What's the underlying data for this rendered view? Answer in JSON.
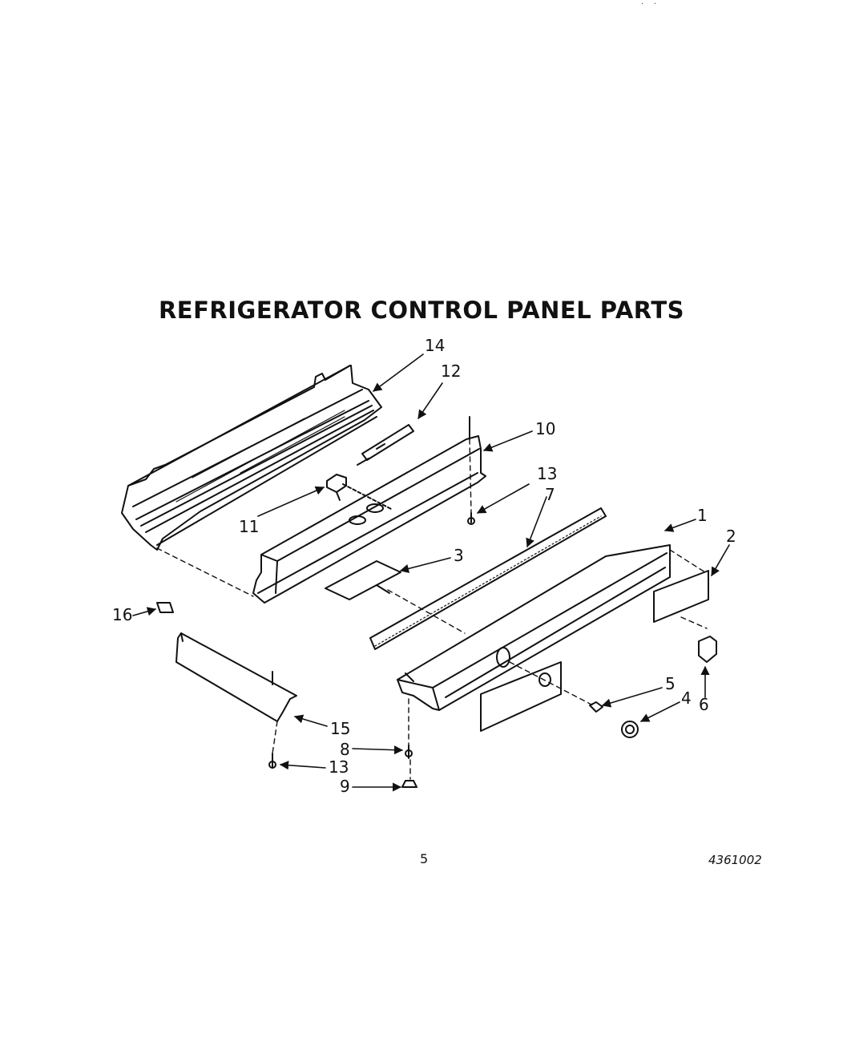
{
  "title": "REFRIGERATOR CONTROL PANEL PARTS",
  "callouts": {
    "p1": "1",
    "p2": "2",
    "p3": "3",
    "p4": "4",
    "p5": "5",
    "p6": "6",
    "p7": "7",
    "p8": "8",
    "p9": "9",
    "p10": "10",
    "p11": "11",
    "p12": "12",
    "p13a": "13",
    "p13b": "13",
    "p14": "14",
    "p15": "15",
    "p16": "16"
  },
  "footer": {
    "page_number": "5",
    "doc_code": "4361002"
  },
  "colors": {
    "ink": "#111111",
    "paper": "#ffffff"
  }
}
